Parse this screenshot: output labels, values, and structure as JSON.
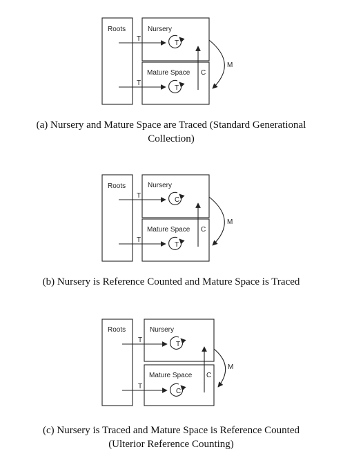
{
  "panels": [
    {
      "roots": "Roots",
      "nursery": "Nursery",
      "mature": "Mature Space",
      "nursery_op": "T",
      "mature_op": "T",
      "edge_roots_nursery": "T",
      "edge_roots_mature": "T",
      "edge_up": "C",
      "edge_curve": "M",
      "caption_lines": [
        "(a) Nursery and Mature Space are Traced (Standard Generational",
        "Collection)"
      ]
    },
    {
      "roots": "Roots",
      "nursery": "Nursery",
      "mature": "Mature Space",
      "nursery_op": "C",
      "mature_op": "T",
      "edge_roots_nursery": "T",
      "edge_roots_mature": "T",
      "edge_up": "C",
      "edge_curve": "M",
      "caption_lines": [
        "(b) Nursery is Reference Counted and Mature Space is Traced"
      ]
    },
    {
      "roots": "Roots",
      "nursery": "Nursery",
      "mature": "Mature Space",
      "nursery_op": "T",
      "mature_op": "C",
      "edge_roots_nursery": "T",
      "edge_roots_mature": "T",
      "edge_up": "C",
      "edge_curve": "M",
      "caption_lines": [
        "(c) Nursery is Traced and Mature Space is Reference Counted",
        "(Ulterior Reference Counting)"
      ]
    }
  ]
}
